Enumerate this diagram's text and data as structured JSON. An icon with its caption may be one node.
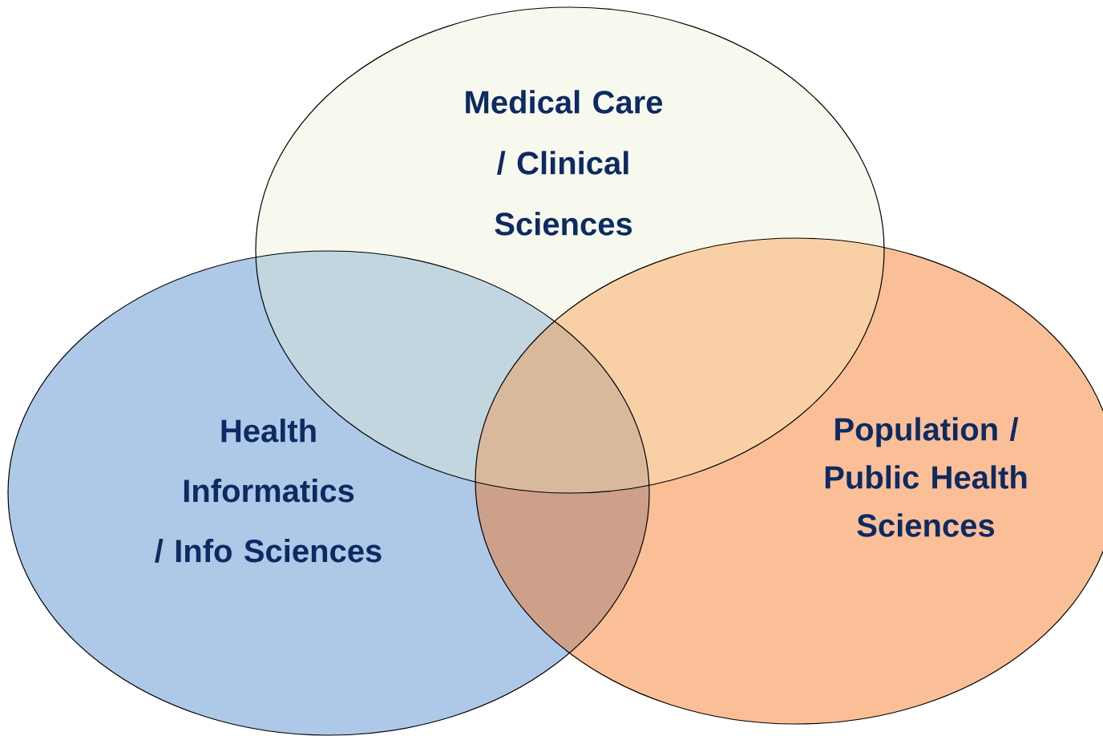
{
  "diagram": {
    "nodes": [
      {
        "text": [
          "Medical Care / Clinical Sciences"
        ]
      },
      {
        "text": [
          "Health Informatics / Info Sciences"
        ]
      },
      {
        "text": [
          "Population / Public Health Sciences"
        ]
      }
    ]
  }
}
